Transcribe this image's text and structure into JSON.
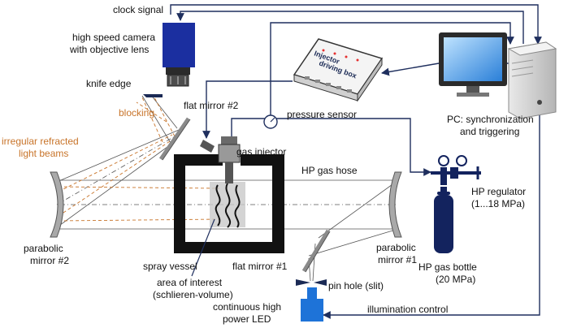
{
  "labels": {
    "clock_signal": "clock signal",
    "camera_l1": "high speed camera",
    "camera_l2": "with objective lens",
    "knife_edge": "knife edge",
    "blocking": "blocking",
    "irregular_l1": "irregular refracted",
    "irregular_l2": "light beams",
    "flat_mirror_2": "flat mirror #2",
    "injector_box_l1": "Injector",
    "injector_box_l2": "driving box",
    "pressure_sensor": "pressure sensor",
    "pc_l1": "PC: synchronization",
    "pc_l2": "and triggering",
    "gas_injector": "gas injector",
    "hp_gas_hose": "HP gas hose",
    "hp_regulator_l1": "HP regulator",
    "hp_regulator_l2": "(1...18 MPa)",
    "parabolic_2_l1": "parabolic",
    "parabolic_2_l2": "mirror #2",
    "spray_vessel": "spray vessel",
    "flat_mirror_1": "flat mirror #1",
    "parabolic_1_l1": "parabolic",
    "parabolic_1_l2": "mirror #1",
    "hp_bottle_l1": "HP gas bottle",
    "hp_bottle_l2": "(20 MPa)",
    "area_l1": "area of interest",
    "area_l2": "(schlieren-volume)",
    "pin_hole": "pin hole (slit)",
    "led_l1": "continuous high",
    "led_l2": "power LED",
    "illumination_control": "illumination control"
  },
  "colors": {
    "line": "#1f2f5e",
    "camera": "#1b2fa0",
    "mirror": "#8a8a8a",
    "orange": "#c8742a",
    "bottle": "#13235e",
    "vessel": "#111111",
    "led": "#1e73d8"
  }
}
